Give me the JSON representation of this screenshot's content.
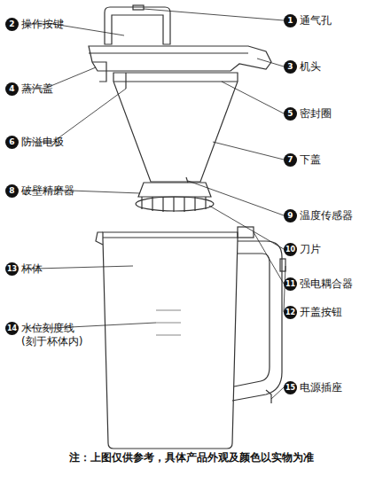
{
  "diagram": {
    "caption": "注：上图仅供参考，具体产品外观及颜色以实物为准",
    "nodes": [
      {
        "text": [
          "1",
          "通气孔"
        ]
      },
      {
        "text": [
          "2",
          "操作按键"
        ]
      },
      {
        "text": [
          "3",
          "机头"
        ]
      },
      {
        "text": [
          "4",
          "蒸汽盖"
        ]
      },
      {
        "text": [
          "5",
          "密封圈"
        ]
      },
      {
        "text": [
          "6",
          "防溢电极"
        ]
      },
      {
        "text": [
          "7",
          "下盖"
        ]
      },
      {
        "text": [
          "8",
          "破壁精磨器"
        ]
      },
      {
        "text": [
          "9",
          "温度传感器"
        ]
      },
      {
        "text": [
          "10",
          "刀片"
        ]
      },
      {
        "text": [
          "11",
          "强电耦合器"
        ]
      },
      {
        "text": [
          "12",
          "开盖按钮"
        ]
      },
      {
        "text": [
          "13",
          "杯体"
        ]
      },
      {
        "text": [
          "14",
          "水位刻度线 (刻于杯体内)"
        ]
      },
      {
        "text": [
          "15",
          "电源插座"
        ]
      }
    ]
  }
}
